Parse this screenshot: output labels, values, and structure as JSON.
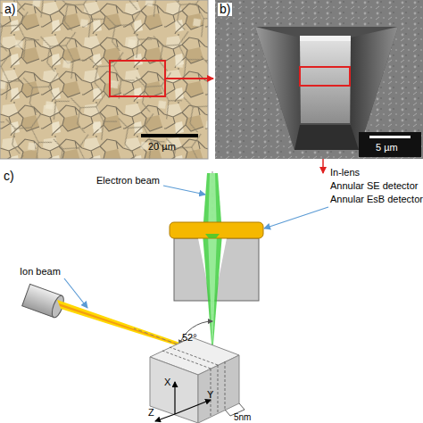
{
  "diagram": {
    "labels": [
      "a)",
      "20 µm",
      "b)",
      "5 µm",
      "In-lens",
      "Annular SE detector",
      "Annular EsB detector",
      "c)",
      "Electron beam",
      "Ion beam",
      "52°",
      "X",
      "Y",
      "Z",
      "5nm"
    ]
  }
}
